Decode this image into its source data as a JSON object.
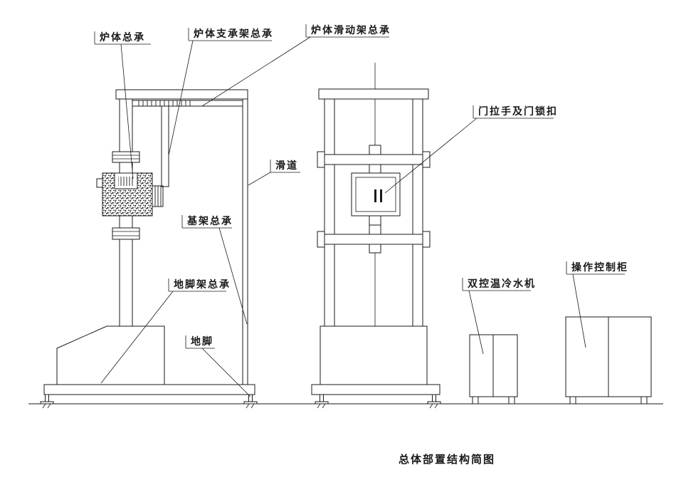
{
  "drawing": {
    "title": "总体部置结构简图",
    "labels": {
      "furnace_body": "炉体总承",
      "furnace_support_frame": "炉体支承架总承",
      "furnace_sliding_frame": "炉体滑动架总承",
      "slideway": "滑道",
      "base_frame": "基架总承",
      "floor_frame": "地脚架总承",
      "floor_anchor": "地脚",
      "door_handle_lock": "门拉手及门锁扣",
      "chiller": "双控温冷水机",
      "control_cabinet": "操作控制柜"
    },
    "colors": {
      "line": "#1a1a1a",
      "background": "#ffffff"
    }
  }
}
